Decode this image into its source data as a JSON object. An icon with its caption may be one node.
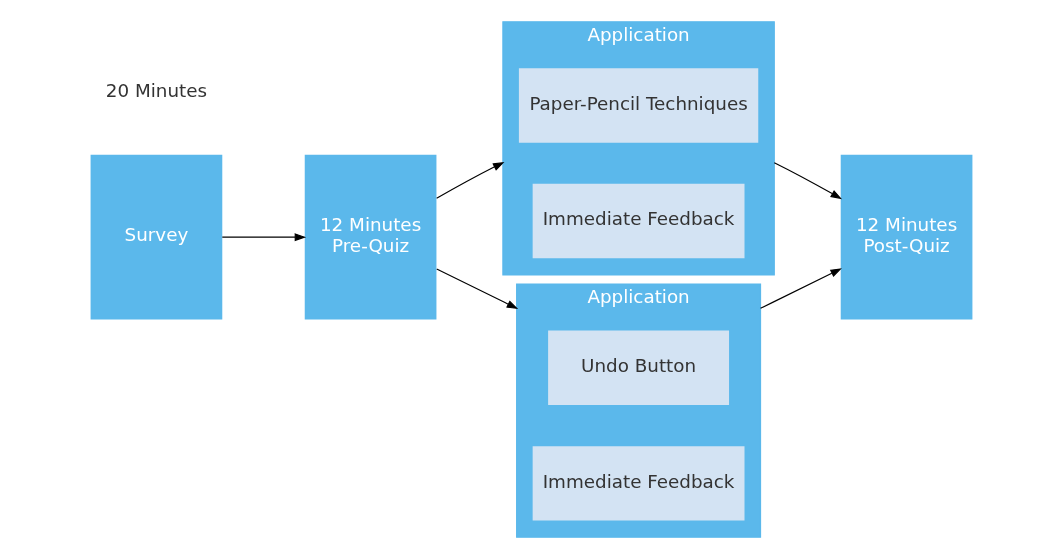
{
  "diagram": {
    "nodes": [
      {
        "text": [
          "Survey"
        ]
      },
      {
        "text": [
          "12 Minutes",
          "Pre-Quiz"
        ]
      },
      {
        "text": [
          "Application"
        ]
      },
      {
        "text": [
          "Paper-Pencil Techniques"
        ],
        "in": 2
      },
      {
        "text": [
          "Immediate Feedback"
        ],
        "in": 2
      },
      {
        "text": [
          "Application"
        ]
      },
      {
        "text": [
          "Undo Button"
        ],
        "in": 5
      },
      {
        "text": [
          "Immediate Feedback"
        ],
        "in": 5
      },
      {
        "text": [
          "12 Minutes",
          "Post-Quiz"
        ]
      }
    ],
    "edges": [
      {
        "from": 0,
        "to": 1,
        "arrow": "to"
      },
      {
        "from": 1,
        "to": 2,
        "arrow": "to"
      },
      {
        "from": 1,
        "to": 5,
        "arrow": "to"
      },
      {
        "from": 2,
        "to": 8,
        "arrow": "to"
      },
      {
        "from": 5,
        "to": 8,
        "arrow": "to"
      }
    ],
    "labels": [
      "20 Minutes"
    ]
  }
}
